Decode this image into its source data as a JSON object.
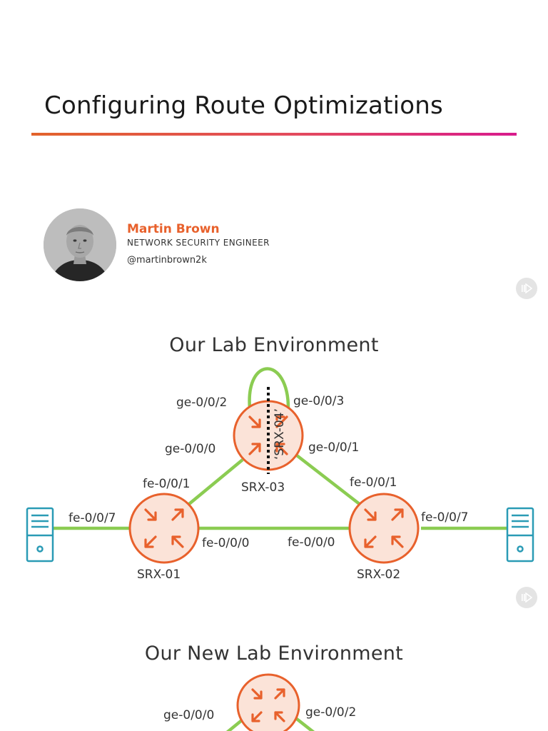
{
  "slide1": {
    "title": "Configuring Route Optimizations",
    "author": {
      "name": "Martin Brown",
      "role": "NETWORK SECURITY ENGINEER",
      "handle": "@martinbrown2k"
    }
  },
  "slide2": {
    "title": "Our Lab Environment",
    "routers": {
      "srx01": "SRX-01",
      "srx02": "SRX-02",
      "srx03": "SRX-03",
      "srx04_virtual": "‘SRX-04’"
    },
    "interfaces": {
      "srx03_ge002": "ge-0/0/2",
      "srx03_ge003": "ge-0/0/3",
      "srx03_ge000": "ge-0/0/0",
      "srx03_ge001": "ge-0/0/1",
      "srx01_fe001": "fe-0/0/1",
      "srx01_fe007": "fe-0/0/7",
      "srx01_fe000": "fe-0/0/0",
      "srx02_fe001": "fe-0/0/1",
      "srx02_fe007": "fe-0/0/7",
      "srx02_fe000": "fe-0/0/0"
    }
  },
  "slide3": {
    "title": "Our New Lab Environment",
    "interfaces": {
      "left": "ge-0/0/0",
      "right": "ge-0/0/2"
    }
  },
  "colors": {
    "accent_orange": "#e8612c",
    "router_fill": "#fbe3d8",
    "link_green": "#8bcc52",
    "server_teal": "#2a9bb5"
  },
  "icons": [
    "router-icon",
    "server-icon",
    "play-badge-icon"
  ]
}
